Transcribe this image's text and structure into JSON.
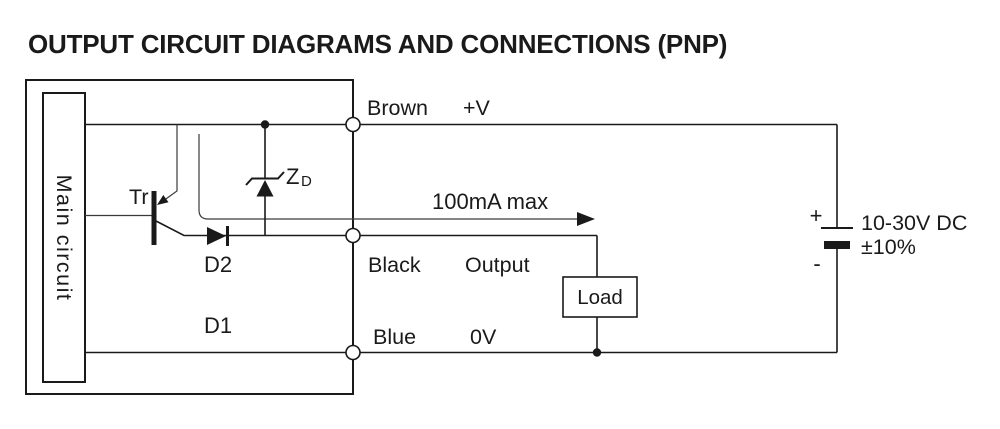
{
  "title": "OUTPUT CIRCUIT DIAGRAMS AND CONNECTIONS (PNP)",
  "colors": {
    "ink": "#1a1a1a",
    "background": "#ffffff"
  },
  "diagram": {
    "main_circuit_label": "Main circuit",
    "components": {
      "transistor": "Tr",
      "zener_main": "Z",
      "zener_sub": "D",
      "diode_d2": "D2",
      "diode_d1": "D1",
      "load": "Load"
    },
    "wires": {
      "brown": {
        "color_name": "Brown",
        "signal": "+V"
      },
      "black": {
        "color_name": "Black",
        "signal": "Output"
      },
      "blue": {
        "color_name": "Blue",
        "signal": "0V"
      }
    },
    "current_rating": "100mA max",
    "power_supply": {
      "plus": "+",
      "minus": "-",
      "voltage": "10-30V DC",
      "tolerance": "±10%"
    }
  }
}
